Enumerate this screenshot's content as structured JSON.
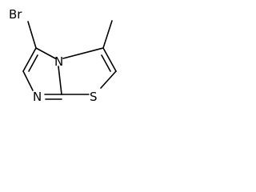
{
  "molecule": {
    "atoms": {
      "bromine": "Br",
      "bridge_nitrogen": "N",
      "imine_nitrogen": "N",
      "sulfur": "S"
    },
    "colors": {
      "bond": "#000000",
      "label": "#000000",
      "background": "#ffffff"
    }
  }
}
